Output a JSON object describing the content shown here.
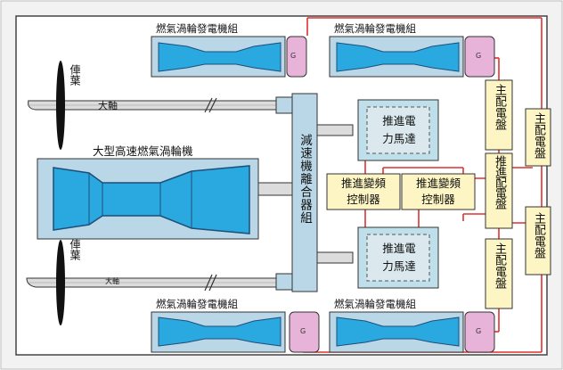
{
  "labels": {
    "generator_set": "燃氣渦輪發電機組",
    "generator_g": "G",
    "propeller": "俥葉",
    "shaft": "大軸",
    "main_turbine": "大型高速燃氣渦輪機",
    "reduction_clutch": "減速機離合器組",
    "propulsion_motor": [
      "推進電",
      "力馬達"
    ],
    "propulsion_controller": [
      "推進變頻",
      "控制器"
    ],
    "main_switchboard": "主配電盤",
    "propulsion_switchboard": "推進配電盤"
  },
  "colors": {
    "turbine_fill": "#29a9e0",
    "turbine_box": "#b9d7e7",
    "generator_fill": "#e7b3d9",
    "panel_fill": "#fdf6c4",
    "motor_fill": "#bfe0ea",
    "wire": "#e03030",
    "line": "#1a1a1a",
    "frame": "#ffffff"
  }
}
